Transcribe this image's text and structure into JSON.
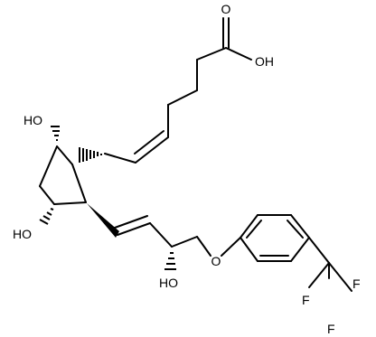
{
  "labels": {
    "carbonyl_oxygen": "O",
    "acid_hydroxyl": "OH",
    "ring_hydroxyl_top": "HO",
    "ring_hydroxyl_bottom": "HO",
    "side_hydroxyl": "HO",
    "ether_oxygen": "O",
    "fluorine_top": "F",
    "fluorine_left": "F",
    "fluorine_bottom": "F"
  },
  "colors": {
    "bond": "#000000",
    "text": "#000000",
    "background": "#ffffff"
  }
}
